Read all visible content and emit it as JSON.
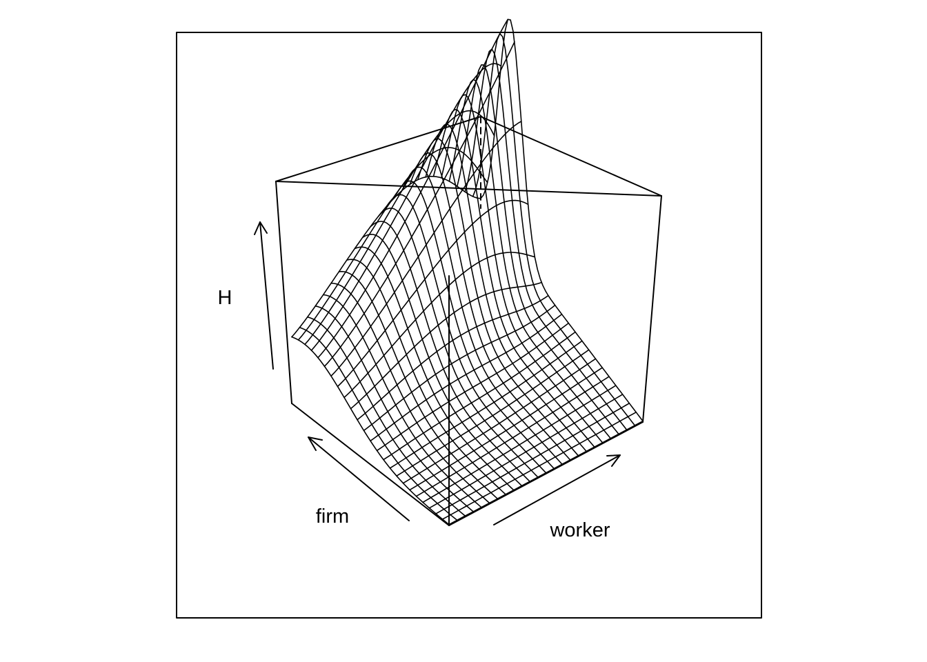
{
  "chart_data": {
    "type": "surface",
    "surface_shape": "bivariate-peaked ridge",
    "x_label": "firm",
    "y_label": "worker",
    "z_label": "H",
    "tick_labels": false,
    "grid": false,
    "legend": "none"
  },
  "colors": {
    "line": "#000000",
    "background": "#ffffff"
  }
}
